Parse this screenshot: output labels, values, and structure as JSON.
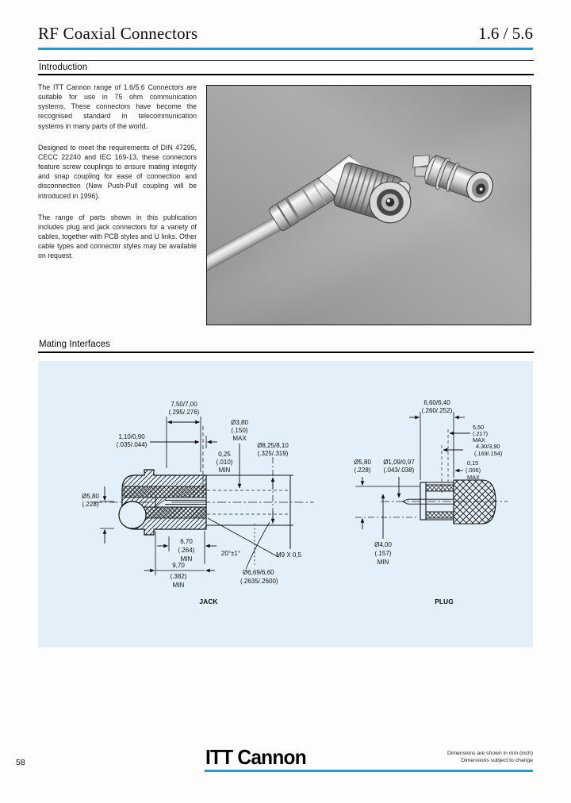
{
  "page": {
    "title": "RF Coaxial Connectors",
    "product_code": "1.6 / 5.6",
    "page_number": "58",
    "brand": "ITT Cannon",
    "colors": {
      "accent": "#199ed9",
      "panel_blue": "#e3f0fa"
    }
  },
  "sections": {
    "introduction": {
      "heading": "Introduction",
      "paragraphs": [
        [
          "The ITT Cannon range of 1.6/5.6 Connectors are",
          "suitable for use in 75 ohm communication",
          "systems. These connectors have become the",
          "recognised standard in telecommunication",
          "systems in many parts of the world."
        ],
        [
          "Designed to meet the requirements of DIN 47295,",
          "CECC 22240 and IEC 169-13, these connectors",
          "feature screw couplings to ensure mating integrity",
          "and snap coupling for ease of connection and",
          "disconnection (New Push-Pull coupling will be",
          "introduced in 1996)."
        ],
        [
          "The range of parts shown in this publication",
          "includes plug and jack connectors for a variety of",
          "cables, together with PCB styles and U links. Other",
          "cable types and connector styles may be available",
          "on request."
        ]
      ]
    },
    "mating_interfaces": {
      "heading": "Mating Interfaces"
    }
  },
  "footer": {
    "note_line1": "Dimensions are shown in mm (inch)",
    "note_line2": "Dimensions subject to change"
  },
  "drawings": {
    "jack": {
      "caption": "JACK",
      "dim_outer_length": [
        "7,50/7,00",
        "(.295/.276)"
      ],
      "dim_pin_setback": [
        "1,10/0,90",
        "(.035/.044)"
      ],
      "dim_gap": [
        "0,25",
        "(.010)",
        "MIN"
      ],
      "dim_bore": [
        "Ø3,80",
        "(.150)",
        "MAX"
      ],
      "dim_outer_dia": [
        "Ø8,25/8,10",
        "(.325/.319)"
      ],
      "dim_cable_dia": [
        "Ø5,80",
        "(.228)"
      ],
      "dim_depth_inner": [
        "6,70",
        "(.264)",
        "MIN"
      ],
      "dim_depth_outer": [
        "9,70",
        "(.382)",
        "MIN"
      ],
      "dim_angle": "20°±1°",
      "dim_thread": "M9 X 0,5",
      "dim_thread_dia": [
        "Ø6,69/6,60",
        "(.2635/.2600)"
      ]
    },
    "plug": {
      "caption": "PLUG",
      "dim_outer_length": [
        "6,60/6,40",
        "(.260/.252)"
      ],
      "dim_depth": [
        "5,50",
        "(.217)",
        "MAX"
      ],
      "dim_recess": [
        "4,30/3,90",
        "(.169/.154)"
      ],
      "dim_float": [
        "0,15",
        "(.006)",
        "MAX"
      ],
      "dim_body_dia": [
        "Ø5,80",
        "(.228)"
      ],
      "dim_pin_dia": [
        "Ø1,09/0,97",
        "(.043/.038)"
      ],
      "dim_bore": [
        "Ø4,00",
        "(.157)",
        "MIN"
      ]
    }
  }
}
